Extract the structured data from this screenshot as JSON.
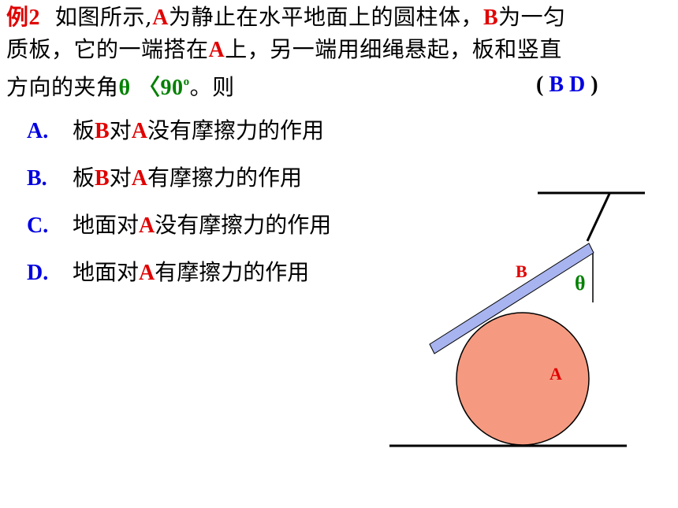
{
  "question": {
    "label": "例2",
    "line1_a": "如图所示,",
    "A1": "A",
    "line1_b": "为静止在水平地面上的圆柱体，",
    "B1": "B",
    "line1_c": "为一匀",
    "line2_a": "质板，它的一端搭在",
    "A2": "A",
    "line2_b": "上，另一端用细绳悬起，板和竖直",
    "line3_a": "方向的夹角",
    "theta": "θ",
    "angle": "〈90",
    "sup": "o",
    "line3_b": "。则"
  },
  "answer": {
    "open": "(",
    "letters": "B  D",
    "close": ")"
  },
  "options": [
    {
      "letter": "A.",
      "pre": "板",
      "b": "B",
      "mid": "对",
      "a": "A",
      "post": "没有摩擦力的作用"
    },
    {
      "letter": "B.",
      "pre": "板",
      "b": "B",
      "mid": "对",
      "a": "A",
      "post": "有摩擦力的作用"
    },
    {
      "letter": "C.",
      "pre": "地面对",
      "a": "A",
      "post": "没有摩擦力的作用"
    },
    {
      "letter": "D.",
      "pre": "地面对",
      "a": "A",
      "post": "有摩擦力的作用"
    }
  ],
  "figure": {
    "plank_label": "B",
    "cylinder_label": "A",
    "angle_label": "θ",
    "colors": {
      "cylinder": "#f59a80",
      "plank": "#a8b4f0",
      "text_red": "#e00000",
      "text_green": "#008000",
      "text_blue": "#0000e0"
    }
  }
}
